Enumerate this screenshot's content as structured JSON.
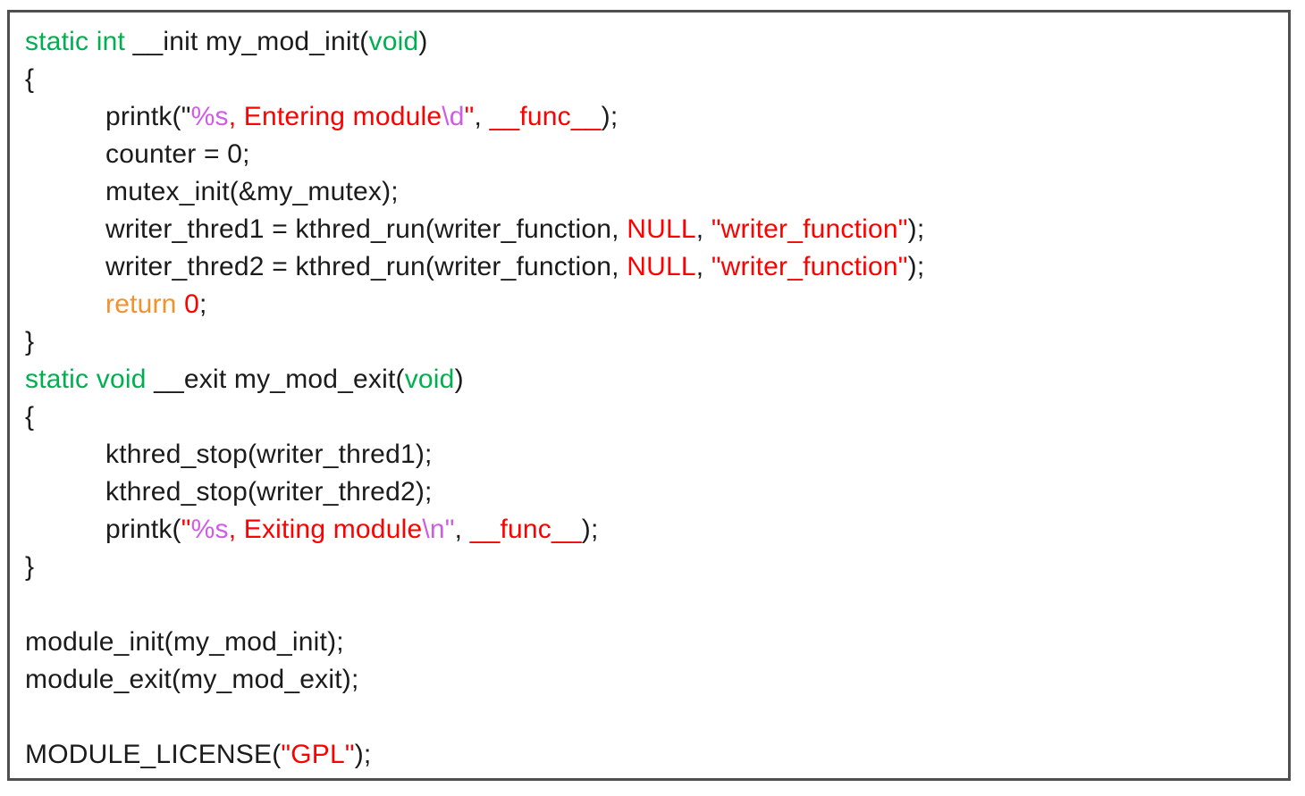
{
  "palette": {
    "k": "#1b1b1b",
    "g": "#00b050",
    "r": "#fe0000",
    "m": "#cf5ce8",
    "o": "#f0922d"
  },
  "code": {
    "language": "c",
    "description": "Linux kernel module init/exit code snippet",
    "lines": [
      {
        "indent": 0,
        "segments": [
          [
            "g",
            "static int "
          ],
          [
            "k",
            "__init my_mod_init("
          ],
          [
            "g",
            "void"
          ],
          [
            "k",
            ")"
          ]
        ]
      },
      {
        "indent": 0,
        "segments": [
          [
            "k",
            "{"
          ]
        ]
      },
      {
        "indent": 1,
        "segments": [
          [
            "k",
            "printk(\""
          ],
          [
            "m",
            "%s"
          ],
          [
            "r",
            ", Entering module"
          ],
          [
            "m",
            "\\d"
          ],
          [
            "r",
            "\""
          ],
          [
            "k",
            ", "
          ],
          [
            "r",
            "__func__"
          ],
          [
            "k",
            ");"
          ]
        ]
      },
      {
        "indent": 1,
        "segments": [
          [
            "k",
            "counter = 0;"
          ]
        ]
      },
      {
        "indent": 1,
        "segments": [
          [
            "k",
            "mutex_init(&my_mutex);"
          ]
        ]
      },
      {
        "indent": 1,
        "segments": [
          [
            "k",
            "writer_thred1 = kthred_run(writer_function, "
          ],
          [
            "r",
            "NULL"
          ],
          [
            "k",
            ", "
          ],
          [
            "r",
            "\"writer_function\""
          ],
          [
            "k",
            ");"
          ]
        ]
      },
      {
        "indent": 1,
        "segments": [
          [
            "k",
            "writer_thred2 = kthred_run(writer_function, "
          ],
          [
            "r",
            "NULL"
          ],
          [
            "k",
            ", "
          ],
          [
            "r",
            "\"writer_function\""
          ],
          [
            "k",
            ");"
          ]
        ]
      },
      {
        "indent": 1,
        "segments": [
          [
            "o",
            "return"
          ],
          [
            "k",
            " "
          ],
          [
            "r",
            "0"
          ],
          [
            "k",
            ";"
          ]
        ]
      },
      {
        "indent": 0,
        "segments": [
          [
            "k",
            "}"
          ]
        ]
      },
      {
        "indent": 0,
        "segments": [
          [
            "g",
            "static void "
          ],
          [
            "k",
            "__exit my_mod_exit("
          ],
          [
            "g",
            "void"
          ],
          [
            "k",
            ")"
          ]
        ]
      },
      {
        "indent": 0,
        "segments": [
          [
            "k",
            "{"
          ]
        ]
      },
      {
        "indent": 1,
        "segments": [
          [
            "k",
            "kthred_stop(writer_thred1);"
          ]
        ]
      },
      {
        "indent": 1,
        "segments": [
          [
            "k",
            "kthred_stop(writer_thred2);"
          ]
        ]
      },
      {
        "indent": 1,
        "segments": [
          [
            "k",
            "printk("
          ],
          [
            "r",
            "\""
          ],
          [
            "m",
            "%s"
          ],
          [
            "r",
            ", Exiting module"
          ],
          [
            "m",
            "\\n\""
          ],
          [
            "k",
            ", "
          ],
          [
            "r",
            "__func__"
          ],
          [
            "k",
            ");"
          ]
        ]
      },
      {
        "indent": 0,
        "segments": [
          [
            "k",
            "}"
          ]
        ]
      },
      {
        "indent": 0,
        "segments": []
      },
      {
        "indent": 0,
        "segments": [
          [
            "k",
            "module_init(my_mod_init);"
          ]
        ]
      },
      {
        "indent": 0,
        "segments": [
          [
            "k",
            "module_exit(my_mod_exit);"
          ]
        ]
      },
      {
        "indent": 0,
        "segments": []
      },
      {
        "indent": 0,
        "segments": [
          [
            "k",
            "MODULE_LICENSE("
          ],
          [
            "r",
            "\"GPL\""
          ],
          [
            "k",
            ");"
          ]
        ]
      }
    ]
  }
}
